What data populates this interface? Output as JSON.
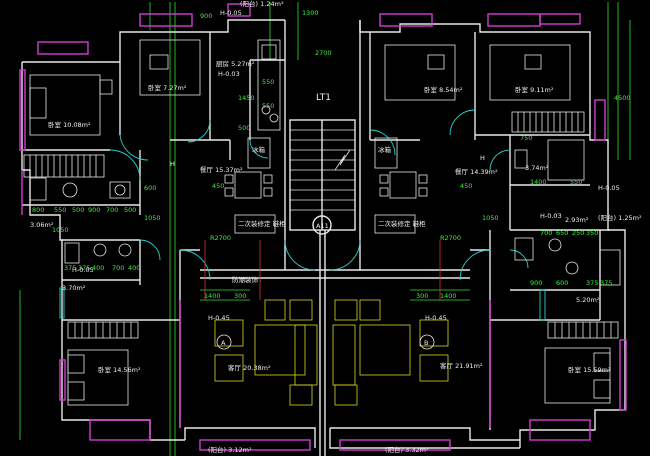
{
  "colors": {
    "background": "#000000",
    "wall": "#e8e8e8",
    "window": "#d23cd2",
    "dimension": "#2fe02f",
    "door": "#24d4d4",
    "axis": "#e03030",
    "furniture": "#d8d820"
  },
  "rooms": {
    "bedroom_left_top": "卧室 7.27m²",
    "bedroom_left_big": "卧室 10.08m²",
    "kitchen_left": "厨房 5.27m²",
    "dining_left": "餐厅 15.37m²",
    "bath_left": "3.06m²",
    "bath_left2": "3.70m²",
    "living_left": "客厅 20.38m²",
    "master_left": "卧室 14.56m²",
    "balcony_left_top": "(阳台) 1.24m²",
    "balcony_left_bottom": "(阳台) 3.12m²",
    "bedroom_right_a": "卧室 8.54m²",
    "bedroom_right_b": "卧室 9.11m²",
    "dining_right": "餐厅 14.39m²",
    "kitchen_right": "3.74m²",
    "balcony_right": "(阳台) 1.25m²",
    "bath_right": "2.93m²",
    "bath_right2": "5.20m²",
    "living_right": "客厅 21.91m²",
    "master_right": "卧室 15.59m²",
    "balcony_right_bottom": "(阳台) 3.32m²",
    "stair_label": "LT1",
    "stair_axis": "A11",
    "unit_a": "A",
    "unit_b": "B",
    "fridge_left": "冰箱",
    "fridge_right": "冰箱",
    "shoe_left": "二次装修定\n鞋柜",
    "shoe_right": "二次装修定\n鞋柜",
    "corridor": "防潮装饰"
  },
  "levels": {
    "h005_a": "H-0.05",
    "h003_a": "H-0.03",
    "h_left_dining": "H",
    "h_right_dining": "H",
    "h005_b": "H-0.05",
    "h003_b": "H-0.03",
    "h045_left": "H-0.45",
    "h045_right": "H-0.45",
    "h005_left_bath": "H-0.05"
  },
  "dims": {
    "d900_top": "900",
    "d1300": "1300",
    "d2700": "2700",
    "d4500": "4500",
    "d550a": "550",
    "d1450": "1450",
    "d550b": "550",
    "d500": "500",
    "d450a": "450",
    "d450b": "450",
    "d1050a": "1050",
    "d1050b": "1050",
    "d1050c": "1050",
    "d2700b": "R2700",
    "d2700c": "R2700",
    "d1400a": "1400",
    "d300a": "300",
    "d1400b": "1400",
    "d300b": "300",
    "row1": [
      "800",
      "550",
      "500",
      "900",
      "700",
      "500"
    ],
    "row2": [
      "375",
      "375",
      "400",
      "700",
      "400"
    ],
    "row3": [
      "700",
      "650",
      "250",
      "350"
    ],
    "row4": [
      "900",
      "600",
      "375",
      "375"
    ],
    "d1400c": "1400",
    "d550c": "550",
    "d750": "750",
    "d600": "600"
  }
}
